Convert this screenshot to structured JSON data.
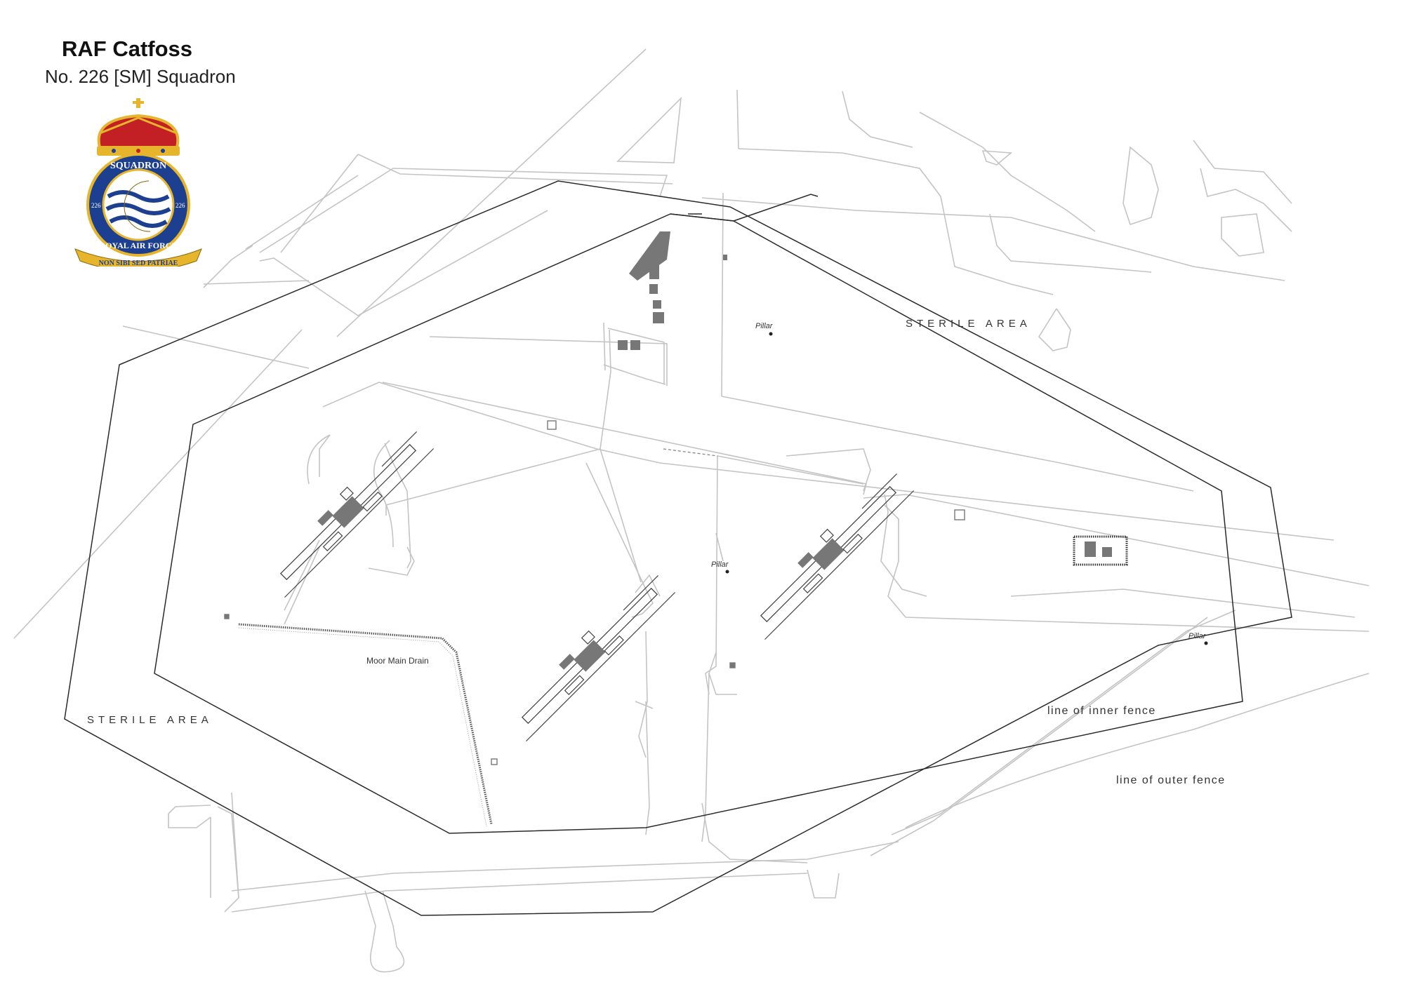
{
  "header": {
    "title": "RAF Catfoss",
    "subtitle": "No. 226 [SM] Squadron"
  },
  "crest": {
    "ring_text": "SQUADRON",
    "band_text": "ROYAL AIR FORCE",
    "number": "226",
    "motto": "NON SIBI SED PATRIAE",
    "icon": "squadron-crest-icon"
  },
  "labels": {
    "sterile_area_ne": "STERILE AREA",
    "sterile_area_sw": "STERILE AREA",
    "inner_fence": "line of inner fence",
    "outer_fence": "line of outer fence",
    "drain": "Moor Main Drain",
    "pillar_1": "Pillar",
    "pillar_2": "Pillar",
    "pillar_3": "Pillar"
  },
  "colors": {
    "road": "#c4c4c4",
    "fence": "#2a2a2a",
    "building": "#777777",
    "crest_blue": "#1d3f8f",
    "crest_gold": "#e6b52c",
    "crest_red": "#c32026"
  }
}
